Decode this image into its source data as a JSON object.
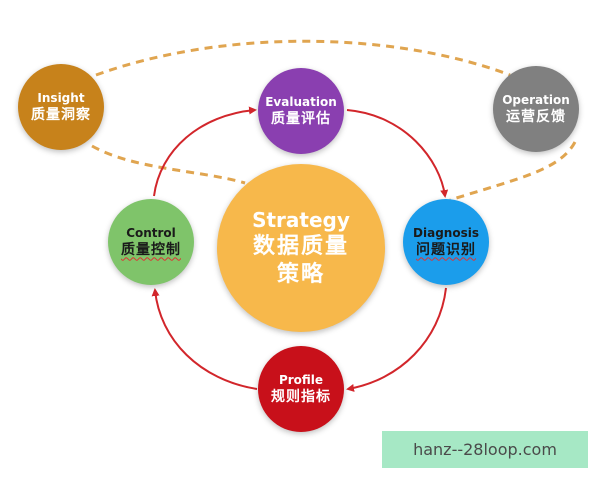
{
  "colors": {
    "strategy": "#F7B84B",
    "insight": "#C7821B",
    "evaluation": "#8A3FB0",
    "operation": "#808080",
    "control": "#7FC46A",
    "diagnosis": "#1B9DEB",
    "profile": "#C8101A",
    "cycle_arrow": "#D2262B",
    "dashed_link": "#E0A550",
    "watermark_bg": "#A6E8C5"
  },
  "nodes": {
    "strategy": {
      "en": "Strategy",
      "zh1": "数据质量",
      "zh2": "策略"
    },
    "insight": {
      "en": "Insight",
      "zh": "质量洞察"
    },
    "evaluation": {
      "en": "Evaluation",
      "zh": "质量评估"
    },
    "operation": {
      "en": "Operation",
      "zh": "运营反馈"
    },
    "control": {
      "en": "Control",
      "zh": "质量控制"
    },
    "diagnosis": {
      "en": "Diagnosis",
      "zh": "问题识别"
    },
    "profile": {
      "en": "Profile",
      "zh": "规则指标"
    }
  },
  "watermark": {
    "text": "hanz--28loop.com"
  }
}
